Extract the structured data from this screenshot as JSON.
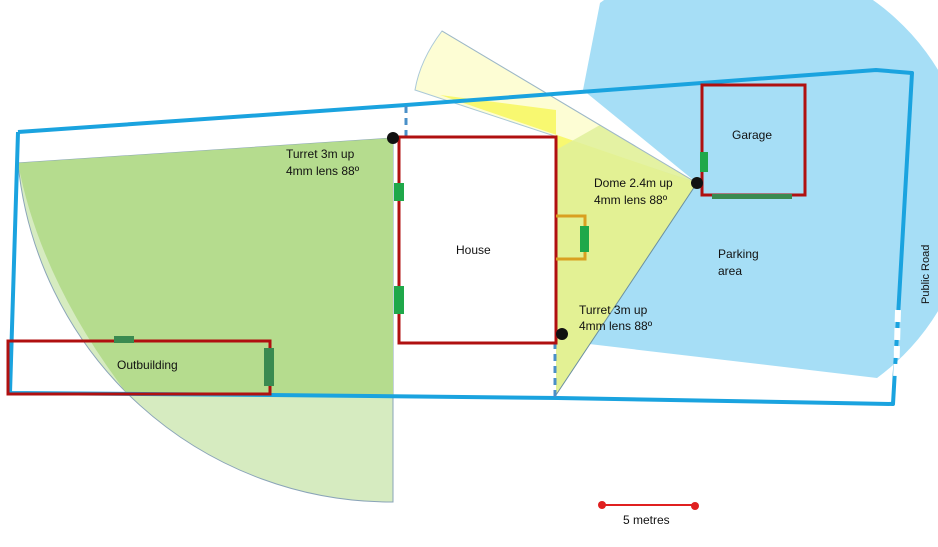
{
  "labels": {
    "turret_left_line1": "Turret 3m up",
    "turret_left_line2": "4mm lens 88º",
    "dome_line1": "Dome 2.4m up",
    "dome_line2": "4mm lens 88º",
    "turret_right_line1": "Turret 3m up",
    "turret_right_line2": "4mm lens 88º",
    "house": "House",
    "garage": "Garage",
    "parking_line1": "Parking",
    "parking_line2": "area",
    "outbuilding": "Outbuilding",
    "road": "Public Road",
    "scale": "5 metres"
  },
  "colors": {
    "boundary": "#1aa3df",
    "building_outline": "#b01010",
    "green_fov": "#92cf5a",
    "yellow_fov": "#ffff66",
    "blue_fov": "#7fd0f4",
    "camera": "#111111",
    "window_marker": "#1fa84a",
    "scale_bar": "#e02020"
  },
  "icons": {
    "camera_marker": "camera-icon",
    "window_marker": "window-icon"
  }
}
